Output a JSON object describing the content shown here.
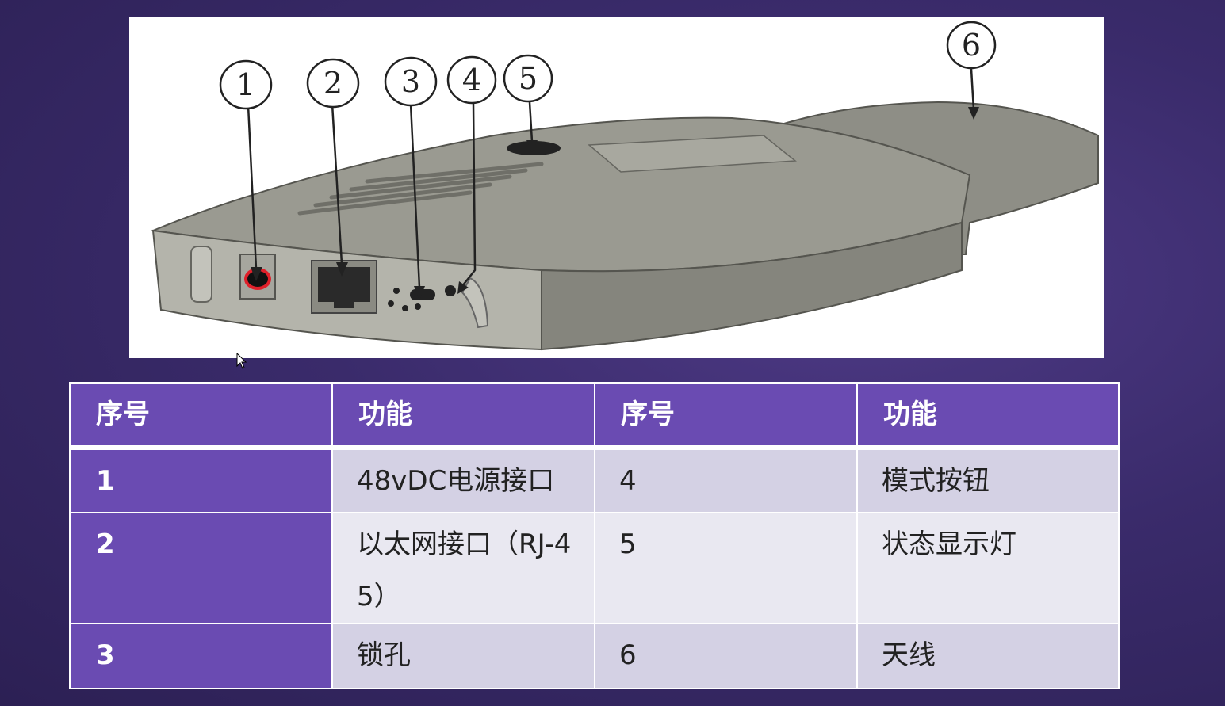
{
  "diagram": {
    "callouts": [
      "1",
      "2",
      "3",
      "4",
      "5",
      "6"
    ]
  },
  "table": {
    "headers": [
      "序号",
      "功能",
      "序号",
      "功能"
    ],
    "rows": [
      {
        "idx": "1",
        "function": "48vDC电源接口",
        "idx2": "4",
        "function2": "模式按钮"
      },
      {
        "idx": "2",
        "function": "以太网接口（RJ-45）",
        "idx2": "5",
        "function2": "状态显示灯"
      },
      {
        "idx": "3",
        "function": "锁孔",
        "idx2": "6",
        "function2": "天线"
      }
    ]
  },
  "colors": {
    "header_bg": "#6a4bb2",
    "row_light": "#e9e8f1",
    "row_dark": "#d4d1e4",
    "highlight": "#e0202a"
  }
}
